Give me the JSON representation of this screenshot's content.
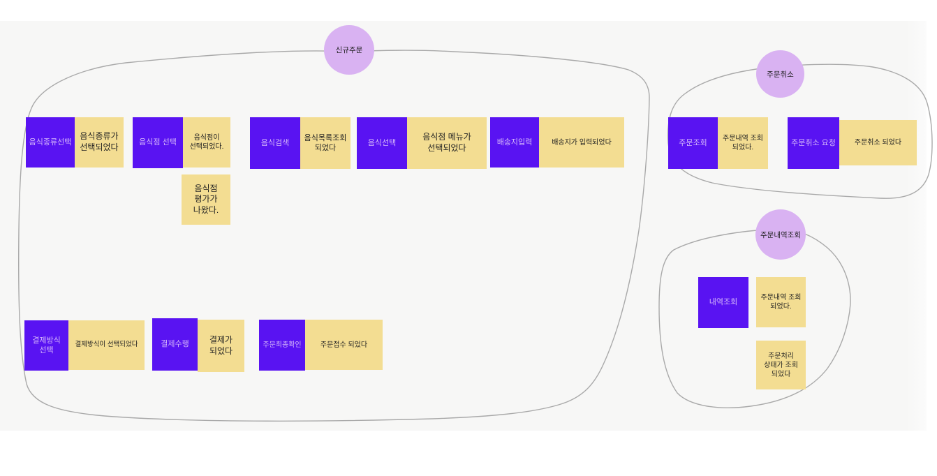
{
  "colors": {
    "command_bg": "#5913f2",
    "command_text": "#d4b6fa",
    "event_bg": "#f3dd92",
    "event_text": "#222222",
    "bubble_bg": "#d9b2f2",
    "canvas_bg": "#f7f7f6",
    "outline_line": "#a9a9a9"
  },
  "bubbles": {
    "new_order": "신규주문",
    "cancel_order": "주문취소",
    "order_history": "주문내역조회"
  },
  "notes": {
    "food_type_select": "음식종류선택",
    "food_type_selected": "음식종류가 선택되었다",
    "restaurant_select": "음식점 선택",
    "restaurant_selected": "음식점이 선택되었다.",
    "restaurant_rated": "음식점 평가가 나왔다.",
    "food_search": "음식검색",
    "food_list_viewed": "음식목록조회 되었다",
    "food_select": "음식선택",
    "menu_selected": "음식점 메뉴가 선택되었다",
    "address_input": "배송지입력",
    "address_entered": "배송지가 입력되었다",
    "order_lookup": "주문조회",
    "order_history_viewed": "주문내역 조회 되었다.",
    "cancel_request": "주문취소 요청",
    "order_cancelled": "주문취소 되었다",
    "history_lookup": "내역조회",
    "history_viewed": "주문내역 조회 되었다.",
    "order_status_viewed": "주문처리 상태가 조회 되었다",
    "payment_method_select": "결제방식 선택",
    "payment_method_selected": "결제방식이 선택되었다",
    "payment_execute": "결제수행",
    "payment_done": "결제가 되었다",
    "order_final_confirm": "주문최종확인",
    "order_received": "주문접수 되었다"
  }
}
